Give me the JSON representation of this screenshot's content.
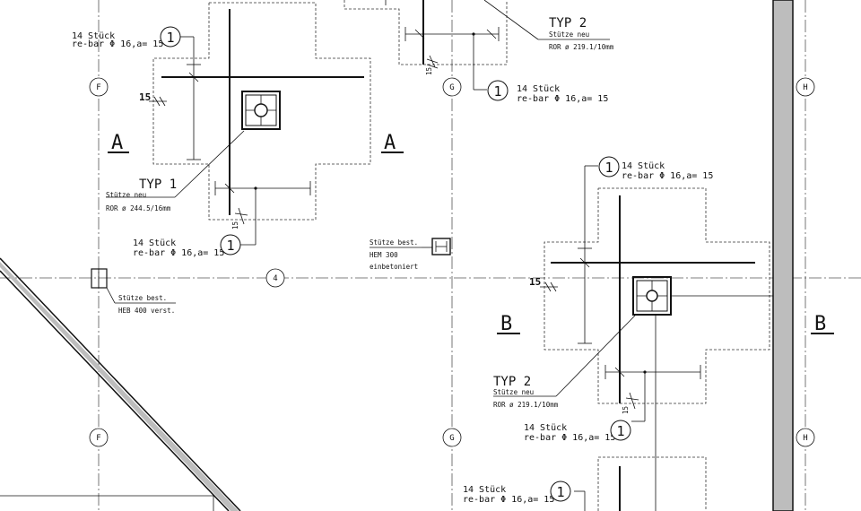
{
  "grid": {
    "F": "F",
    "G": "G",
    "H": "H",
    "four": "4"
  },
  "typ1": {
    "title": "TYP 1",
    "line1": "Stütze neu",
    "line2": "ROR ø 244.5/16mm"
  },
  "typ2": {
    "title": "TYP 2",
    "line1": "Stütze neu",
    "line2": "ROR ø 219.1/10mm"
  },
  "rebar": {
    "qty": "14 Stück",
    "spec": "re-bar  Φ 16,a= 15",
    "mark": "1"
  },
  "dim": {
    "fifteen": "15"
  },
  "sections": {
    "A": "A",
    "B": "B"
  },
  "existing_hem": {
    "line1": "Stütze best.",
    "line2": "HEM 300",
    "line3": "einbetoniert"
  },
  "existing_heb": {
    "line1": "Stütze best.",
    "line2": "HEB 400 verst."
  }
}
